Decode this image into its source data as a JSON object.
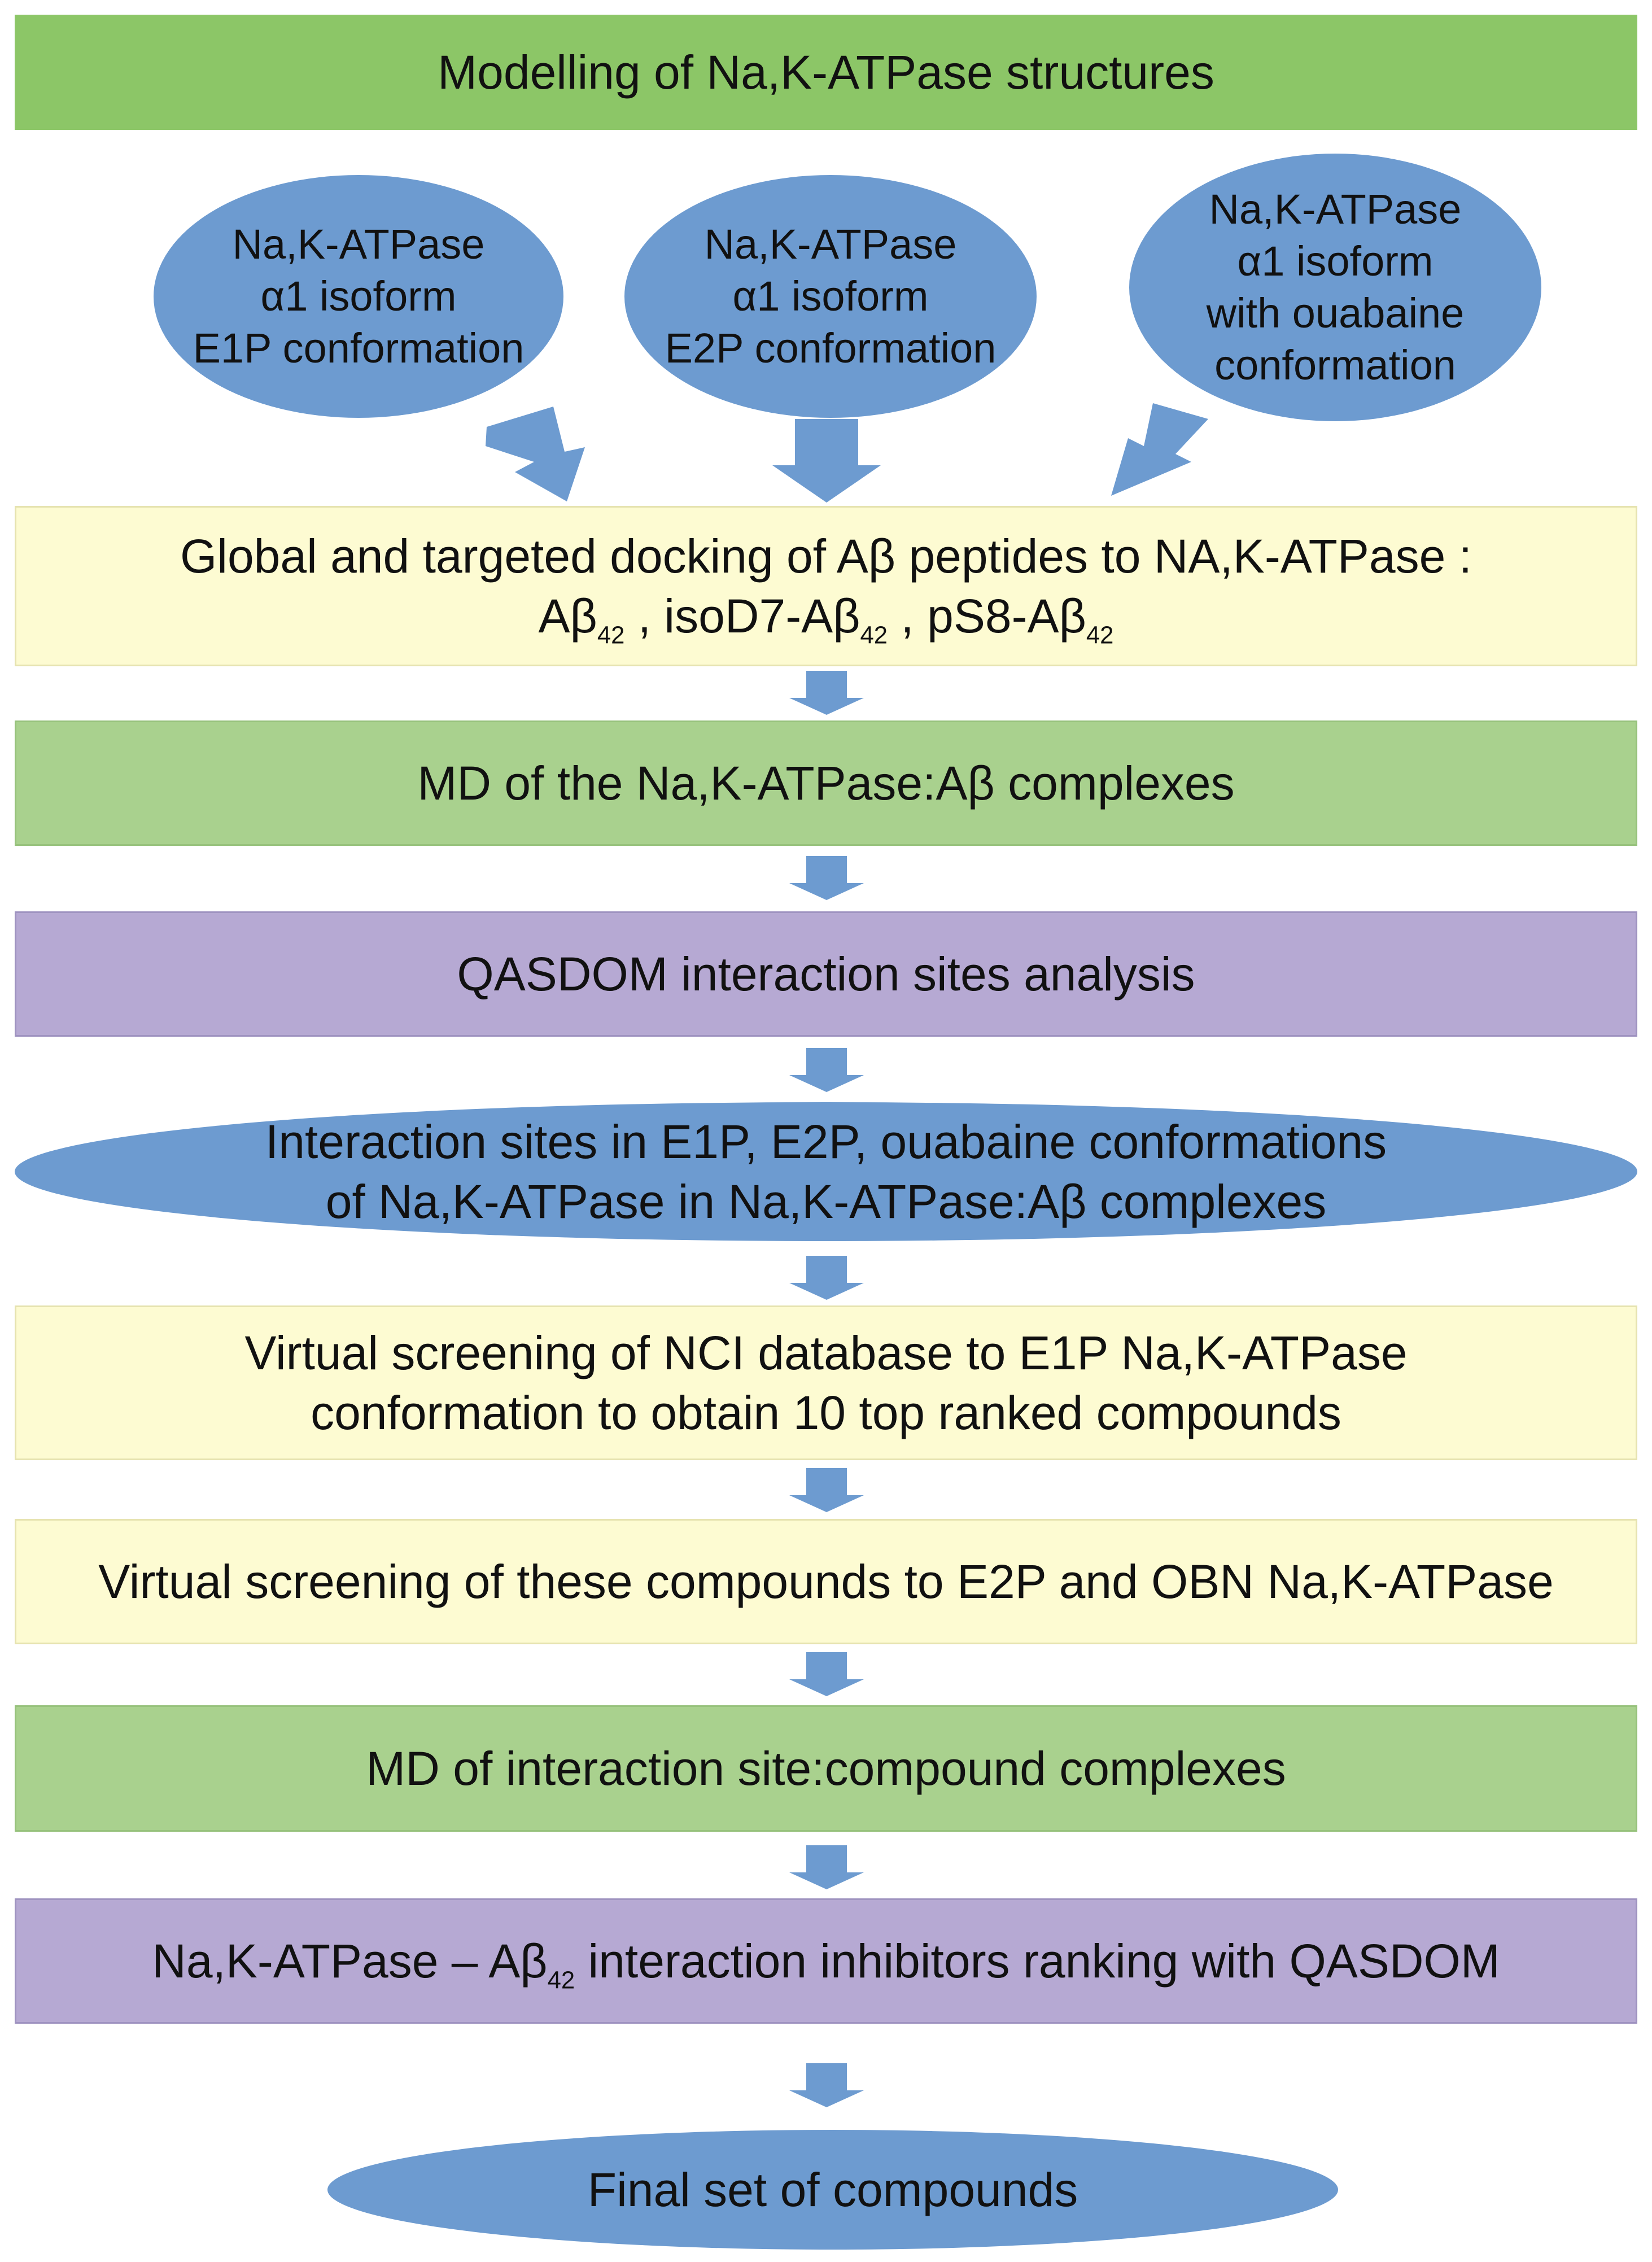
{
  "title": "Modelling of Na,K-ATPase structures",
  "structures": [
    {
      "lines": [
        "Na,K-ATPase",
        "α1 isoform",
        "E1P conformation"
      ]
    },
    {
      "lines": [
        "Na,K-ATPase",
        "α1 isoform",
        "E2P conformation"
      ]
    },
    {
      "lines": [
        "Na,K-ATPase",
        "α1 isoform",
        "with ouabaine",
        "conformation"
      ]
    }
  ],
  "docking": {
    "line1": "Global and targeted docking of Aβ peptides  to NA,K-ATPase :",
    "pep1": "Aβ",
    "pep1_sub": "42",
    "sep1": " , isoD7-Aβ",
    "pep2_sub": "42",
    "sep2": " , pS8-Aβ",
    "pep3_sub": "42"
  },
  "md_complexes": "MD of the Na,K-ATPase:Aβ complexes",
  "qasdom_analysis": "QASDOM interaction sites analysis",
  "interaction_sites": {
    "line1": "Interaction sites in E1P, E2P, ouabaine conformations",
    "line2": "of Na,K-ATPase in  Na,K-ATPase:Aβ complexes"
  },
  "virtual_screening_nci": {
    "line1": "Virtual screening of NCI database to E1P Na,K-ATPase",
    "line2": "conformation to obtain 10 top ranked compounds"
  },
  "virtual_screening_compounds": "Virtual screening of these compounds to E2P and OBN Na,K-ATPase",
  "md_site_compound": "MD of interaction site:compound complexes",
  "ranking": {
    "pre": "Na,K-ATPase – Aβ",
    "sub": "42",
    "post": " interaction inhibitors ranking with QASDOM"
  },
  "final": "Final set of compounds",
  "colors": {
    "green_header": "#8cc667",
    "green": "#a9d18e",
    "yellow": "#fdfbd2",
    "purple": "#b6a9d3",
    "blue": "#6d9bd0",
    "arrow": "#6d9bd0"
  }
}
